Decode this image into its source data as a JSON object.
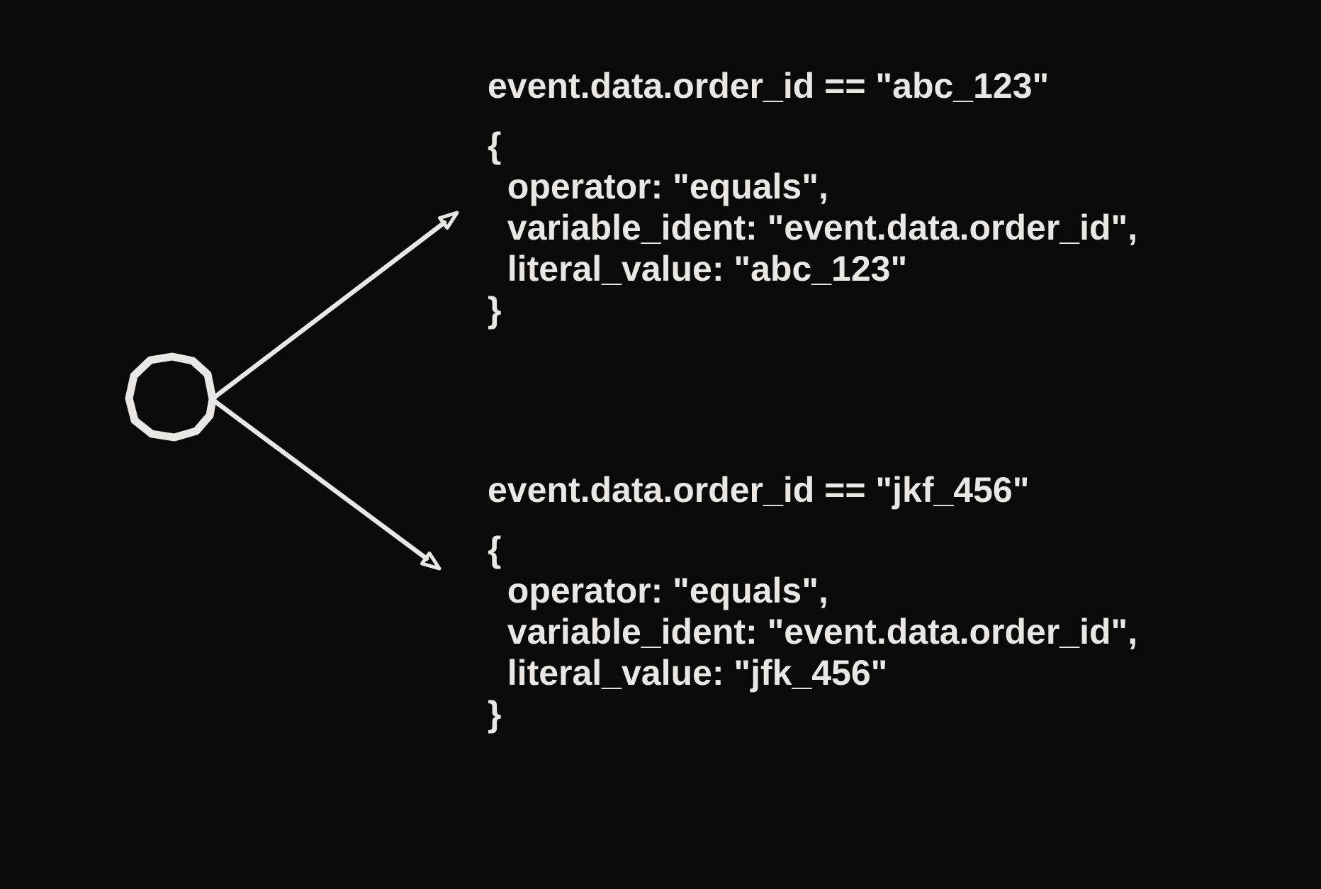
{
  "canvas": {
    "background_color": "#0a0a08",
    "ink_color": "#e8e7e3"
  },
  "node": {
    "shape": "hand-drawn-circle"
  },
  "conditions": [
    {
      "expression": "event.data.order_id == \"abc_123\"",
      "json": "{\n  operator: \"equals\",\n  variable_ident: \"event.data.order_id\",\n  literal_value: \"abc_123\"\n}"
    },
    {
      "expression": "event.data.order_id == \"jkf_456\"",
      "json": "{\n  operator: \"equals\",\n  variable_ident: \"event.data.order_id\",\n  literal_value: \"jfk_456\"\n}"
    }
  ]
}
